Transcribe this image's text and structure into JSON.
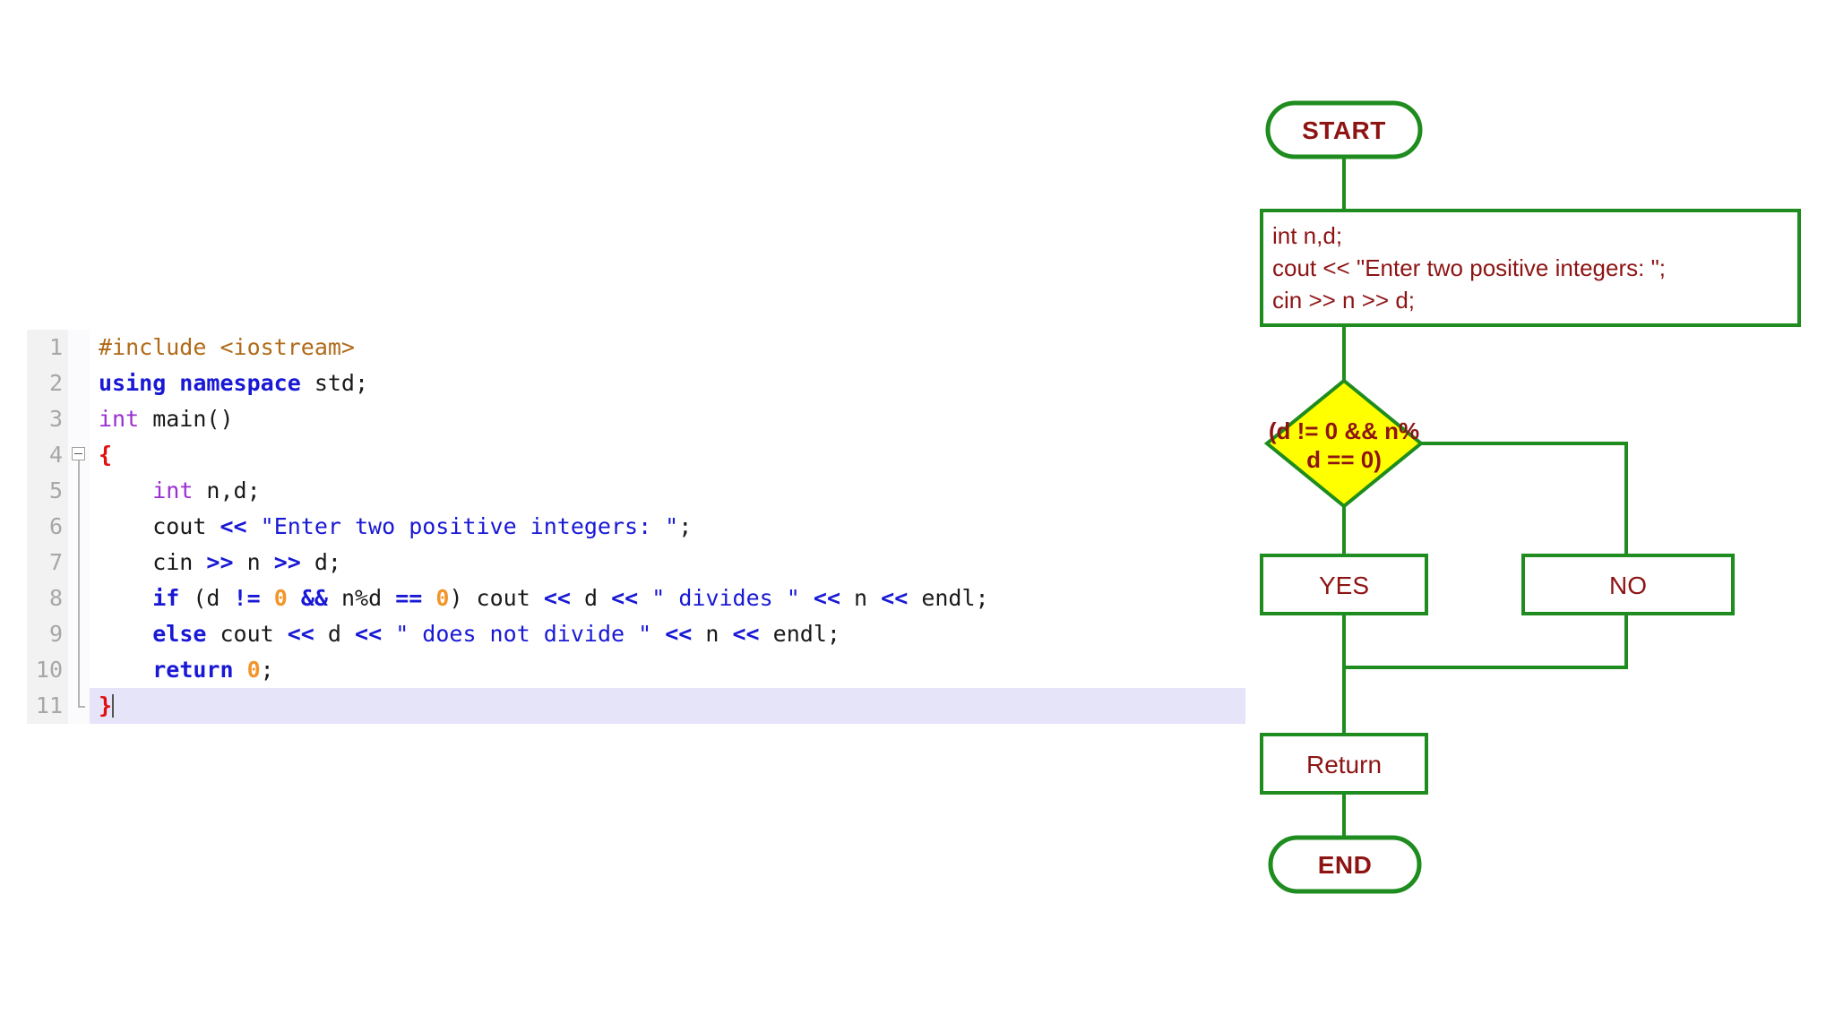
{
  "editor": {
    "language": "cpp",
    "lines": [
      {
        "num": "1",
        "fold": "start-none",
        "tokens": [
          {
            "t": "#include ",
            "c": "tok-pre"
          },
          {
            "t": "<iostream>",
            "c": "tok-pre"
          }
        ]
      },
      {
        "num": "2",
        "tokens": [
          {
            "t": "using namespace ",
            "c": "tok-kw"
          },
          {
            "t": "std;",
            "c": "tok-plain"
          }
        ]
      },
      {
        "num": "3",
        "tokens": [
          {
            "t": "int",
            "c": "tok-type"
          },
          {
            "t": " main()",
            "c": "tok-plain"
          }
        ]
      },
      {
        "num": "4",
        "fold": "open",
        "tokens": [
          {
            "t": "{",
            "c": "tok-brace"
          }
        ]
      },
      {
        "num": "5",
        "fold": "line",
        "tokens": [
          {
            "t": "    ",
            "c": "tok-plain"
          },
          {
            "t": "int",
            "c": "tok-type"
          },
          {
            "t": " n,d;",
            "c": "tok-plain"
          }
        ]
      },
      {
        "num": "6",
        "fold": "line",
        "tokens": [
          {
            "t": "    cout ",
            "c": "tok-plain"
          },
          {
            "t": "<<",
            "c": "tok-op"
          },
          {
            "t": " ",
            "c": "tok-plain"
          },
          {
            "t": "\"Enter two positive integers: \"",
            "c": "tok-str"
          },
          {
            "t": ";",
            "c": "tok-plain"
          }
        ]
      },
      {
        "num": "7",
        "fold": "line",
        "tokens": [
          {
            "t": "    cin ",
            "c": "tok-plain"
          },
          {
            "t": ">>",
            "c": "tok-op"
          },
          {
            "t": " n ",
            "c": "tok-plain"
          },
          {
            "t": ">>",
            "c": "tok-op"
          },
          {
            "t": " d;",
            "c": "tok-plain"
          }
        ]
      },
      {
        "num": "8",
        "fold": "line",
        "tokens": [
          {
            "t": "    ",
            "c": "tok-plain"
          },
          {
            "t": "if",
            "c": "tok-kw"
          },
          {
            "t": " (d ",
            "c": "tok-plain"
          },
          {
            "t": "!=",
            "c": "tok-op"
          },
          {
            "t": " ",
            "c": "tok-plain"
          },
          {
            "t": "0",
            "c": "tok-num"
          },
          {
            "t": " ",
            "c": "tok-plain"
          },
          {
            "t": "&&",
            "c": "tok-op"
          },
          {
            "t": " n%d ",
            "c": "tok-plain"
          },
          {
            "t": "==",
            "c": "tok-op"
          },
          {
            "t": " ",
            "c": "tok-plain"
          },
          {
            "t": "0",
            "c": "tok-num"
          },
          {
            "t": ") cout ",
            "c": "tok-plain"
          },
          {
            "t": "<<",
            "c": "tok-op"
          },
          {
            "t": " d ",
            "c": "tok-plain"
          },
          {
            "t": "<<",
            "c": "tok-op"
          },
          {
            "t": " ",
            "c": "tok-plain"
          },
          {
            "t": "\" divides \"",
            "c": "tok-str"
          },
          {
            "t": " ",
            "c": "tok-plain"
          },
          {
            "t": "<<",
            "c": "tok-op"
          },
          {
            "t": " n ",
            "c": "tok-plain"
          },
          {
            "t": "<<",
            "c": "tok-op"
          },
          {
            "t": " endl;",
            "c": "tok-plain"
          }
        ]
      },
      {
        "num": "9",
        "fold": "line",
        "tokens": [
          {
            "t": "    ",
            "c": "tok-plain"
          },
          {
            "t": "else",
            "c": "tok-kw"
          },
          {
            "t": " cout ",
            "c": "tok-plain"
          },
          {
            "t": "<<",
            "c": "tok-op"
          },
          {
            "t": " d ",
            "c": "tok-plain"
          },
          {
            "t": "<<",
            "c": "tok-op"
          },
          {
            "t": " ",
            "c": "tok-plain"
          },
          {
            "t": "\" does not divide \"",
            "c": "tok-str"
          },
          {
            "t": " ",
            "c": "tok-plain"
          },
          {
            "t": "<<",
            "c": "tok-op"
          },
          {
            "t": " n ",
            "c": "tok-plain"
          },
          {
            "t": "<<",
            "c": "tok-op"
          },
          {
            "t": " endl;",
            "c": "tok-plain"
          }
        ]
      },
      {
        "num": "10",
        "fold": "line",
        "tokens": [
          {
            "t": "    ",
            "c": "tok-plain"
          },
          {
            "t": "return",
            "c": "tok-kw"
          },
          {
            "t": " ",
            "c": "tok-plain"
          },
          {
            "t": "0",
            "c": "tok-num"
          },
          {
            "t": ";",
            "c": "tok-plain"
          }
        ]
      },
      {
        "num": "11",
        "fold": "end",
        "highlighted": true,
        "caret": true,
        "tokens": [
          {
            "t": "}",
            "c": "tok-brace"
          }
        ]
      }
    ],
    "colors": {
      "gutter_bg": "#f2f2f2",
      "gutter_text": "#a7a7a7",
      "highlight_bg": "#e6e4f8",
      "preprocessor": "#b06a18",
      "keyword": "#1818d6",
      "type": "#9b2fd1",
      "string": "#1818d6",
      "number": "#f2952a",
      "brace": "#e01010",
      "plain": "#1a1a1a"
    }
  },
  "flowchart": {
    "colors": {
      "stroke": "#1e8c1e",
      "text": "#8e1414",
      "decision_fill": "#ffff00",
      "node_fill": "#ffffff"
    },
    "nodes": {
      "start": {
        "label": "START",
        "shape": "terminator"
      },
      "process": {
        "shape": "process",
        "lines": [
          "int n,d;",
          "cout << \"Enter two positive integers: \";",
          "cin >> n >> d;"
        ]
      },
      "decision": {
        "shape": "diamond",
        "lines": [
          "(d != 0 && n%",
          "d == 0)"
        ]
      },
      "yes": {
        "label": "YES",
        "shape": "process"
      },
      "no": {
        "label": "NO",
        "shape": "process"
      },
      "return": {
        "label": "Return",
        "shape": "process"
      },
      "end": {
        "label": "END",
        "shape": "terminator"
      }
    }
  }
}
